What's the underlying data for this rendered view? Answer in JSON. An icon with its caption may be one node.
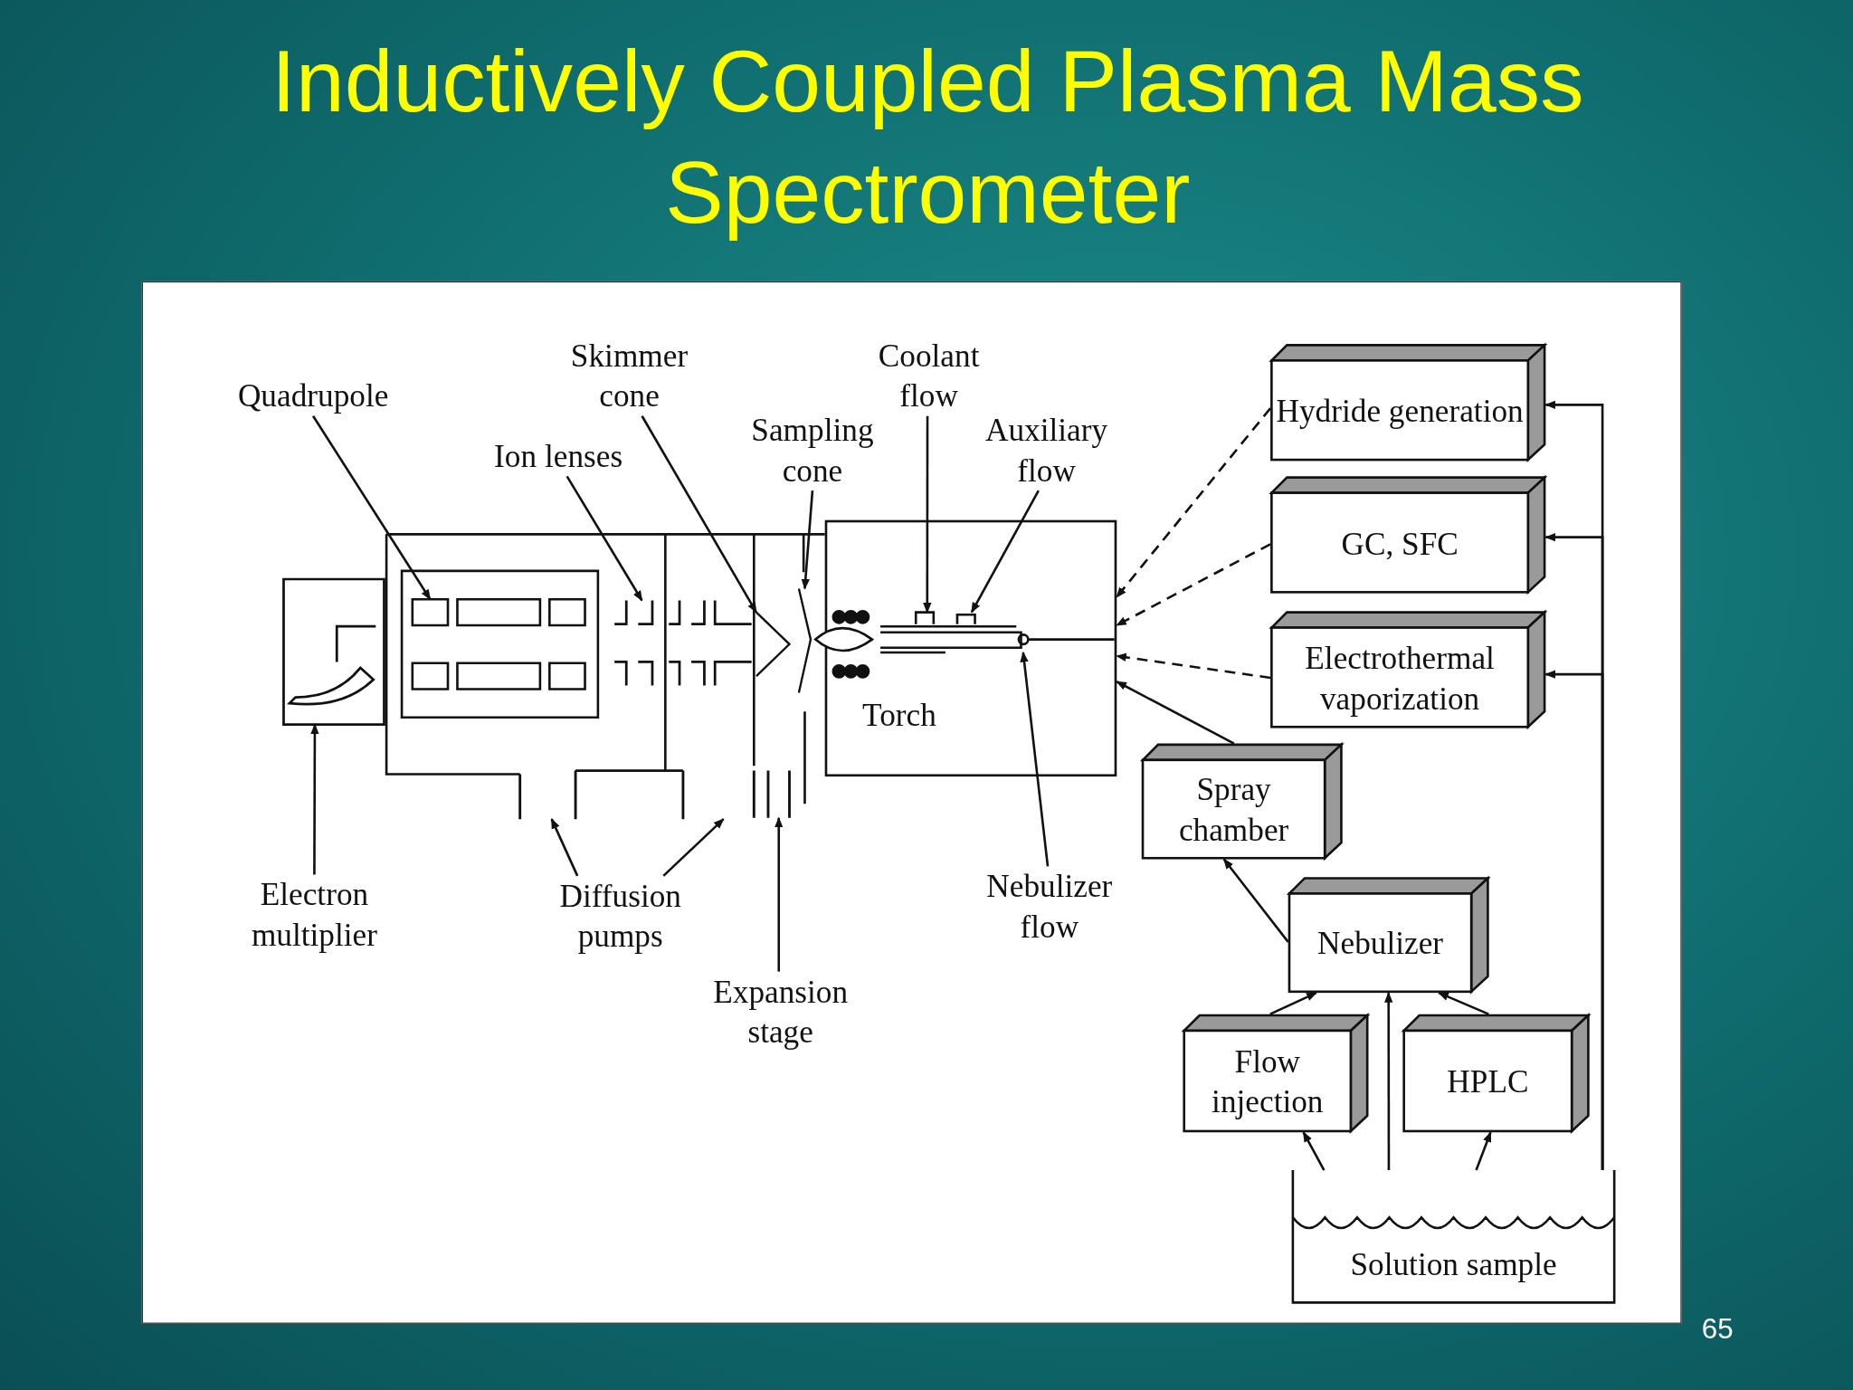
{
  "diagram": {
    "title": "Inductively Coupled Plasma Mass Spectrometer",
    "nodes": [
      {
        "text": [
          "Quadrupole"
        ]
      },
      {
        "text": [
          "Skimmer cone"
        ]
      },
      {
        "text": [
          "Ion lenses"
        ]
      },
      {
        "text": [
          "Coolant flow"
        ]
      },
      {
        "text": [
          "Sampling cone"
        ]
      },
      {
        "text": [
          "Auxiliary flow"
        ]
      },
      {
        "text": [
          "Hydride generation"
        ]
      },
      {
        "text": [
          "GC, SFC"
        ]
      },
      {
        "text": [
          "Electrothermal vaporization"
        ]
      },
      {
        "text": [
          "Torch"
        ]
      },
      {
        "text": [
          "Spray chamber"
        ]
      },
      {
        "text": [
          "Nebulizer"
        ]
      },
      {
        "text": [
          "Flow injection"
        ]
      },
      {
        "text": [
          "HPLC"
        ]
      },
      {
        "text": [
          "Electron multiplier"
        ]
      },
      {
        "text": [
          "Diffusion pumps"
        ]
      },
      {
        "text": [
          "Expansion stage"
        ]
      },
      {
        "text": [
          "Nebulizer flow"
        ]
      },
      {
        "text": [
          "Solution sample"
        ]
      },
      {
        "text": [],
        "shape": "picture"
      },
      {
        "text": [],
        "shape": "box"
      },
      {
        "text": [],
        "shape": "tube"
      },
      {
        "text": [],
        "shape": "picture"
      },
      {
        "text": [],
        "shape": "tube"
      },
      {
        "text": [],
        "shape": "cone"
      },
      {
        "text": [],
        "shape": "tube"
      },
      {
        "text": [],
        "shape": "cone"
      },
      {
        "text": [],
        "shape": "box",
        "in": 9
      }
    ],
    "edges": [
      {
        "from": 0,
        "to": 20,
        "arrow": "to"
      },
      {
        "from": 1,
        "to": 24,
        "arrow": "to"
      },
      {
        "from": 2,
        "to": 22,
        "arrow": "to"
      },
      {
        "from": 3,
        "to": 27,
        "arrow": "to"
      },
      {
        "from": 4,
        "to": 26,
        "arrow": "to"
      },
      {
        "from": 5,
        "to": 27,
        "arrow": "to"
      },
      {
        "from": 6,
        "to": 9,
        "arrow": "to",
        "style": "dashed"
      },
      {
        "from": 7,
        "to": 9,
        "arrow": "to",
        "style": "dashed"
      },
      {
        "from": 8,
        "to": 9,
        "arrow": "to",
        "style": "dashed"
      },
      {
        "from": 10,
        "to": 9,
        "arrow": "to"
      },
      {
        "from": 11,
        "to": 10,
        "arrow": "to"
      },
      {
        "from": 12,
        "to": 11,
        "arrow": "to"
      },
      {
        "from": 13,
        "to": 11,
        "arrow": "to"
      },
      {
        "from": 18,
        "to": 12,
        "arrow": "to"
      },
      {
        "from": 18,
        "to": 11,
        "arrow": "to"
      },
      {
        "from": 18,
        "to": 13,
        "arrow": "to"
      },
      {
        "from": 18,
        "to": 6,
        "arrow": "to"
      },
      {
        "from": 18,
        "to": 7,
        "arrow": "to"
      },
      {
        "from": 18,
        "to": 8,
        "arrow": "to"
      },
      {
        "from": 14,
        "to": 19,
        "arrow": "to"
      },
      {
        "from": 15,
        "to": 21,
        "arrow": "to"
      },
      {
        "from": 15,
        "to": 23,
        "arrow": "to"
      },
      {
        "from": 16,
        "to": 25,
        "arrow": "to"
      },
      {
        "from": 17,
        "to": 27,
        "arrow": "to"
      }
    ],
    "labels": [
      "65"
    ]
  }
}
